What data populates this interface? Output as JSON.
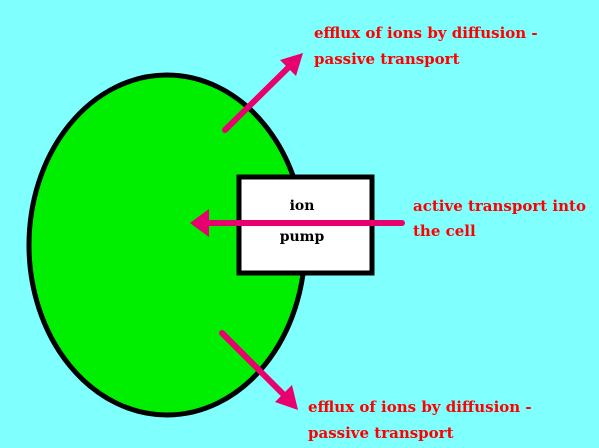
{
  "colors": {
    "background": "#80FFFF",
    "cell_fill": "#00EE00",
    "cell_stroke": "#000000",
    "pump_fill": "#FFFFFF",
    "arrow": "#E8006E",
    "label_text": "#FF0000"
  },
  "diagram": {
    "pump": {
      "line1": "ion",
      "line2": "pump"
    },
    "labels": {
      "efflux_top_line1": "efflux of ions by diffusion -",
      "efflux_top_line2": "passive transport",
      "active_line1": "active transport into",
      "active_line2": "the cell",
      "efflux_bottom_line1": "efflux of ions by diffusion -",
      "efflux_bottom_line2": "passive transport"
    }
  }
}
